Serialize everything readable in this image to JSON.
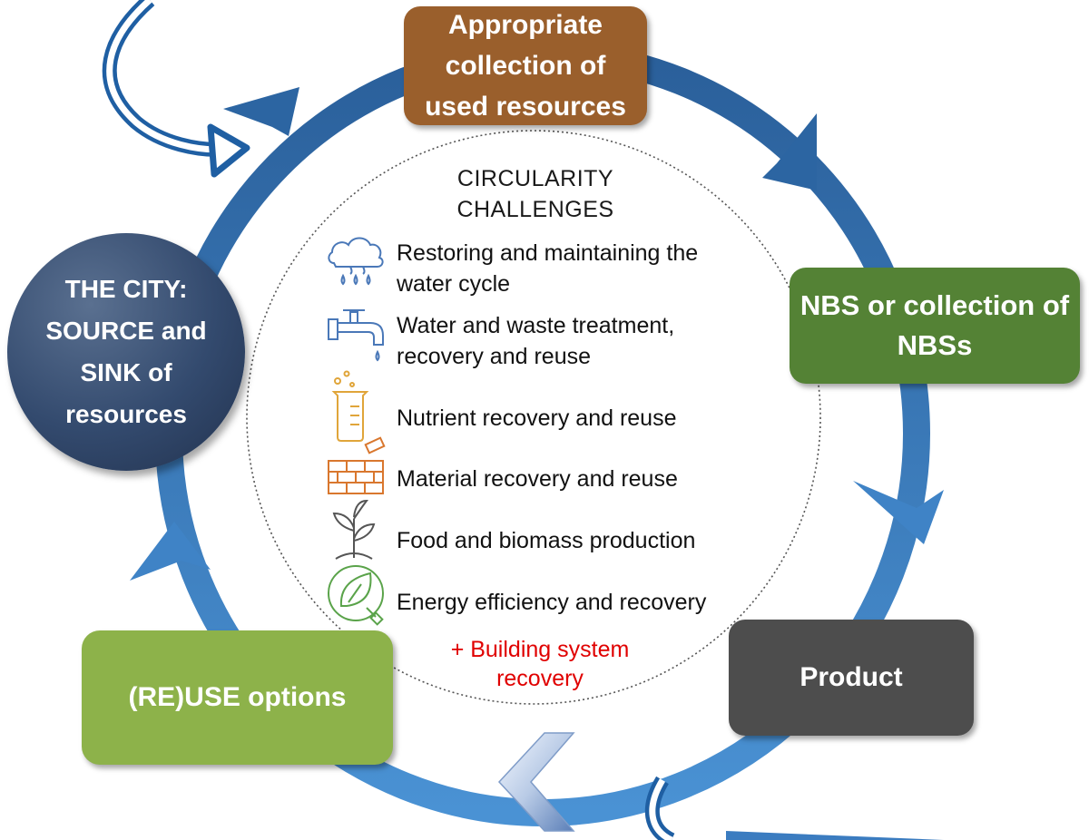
{
  "colors": {
    "ring_dark": "#2b6db0",
    "ring_light": "#4a90d0",
    "collection_box": "#9a5f2c",
    "nbs_box": "#548235",
    "product_box": "#4d4d4d",
    "reuse_box": "#8db24a",
    "city_circle": "#334a6e",
    "challenge_note": "#e00000"
  },
  "boxes": {
    "collection": "Appropriate collection of used resources",
    "nbs": "NBS or collection of NBSs",
    "product": "Product",
    "reuse": "(RE)USE options"
  },
  "city": {
    "label": "THE CITY: SOURCE and SINK of resources"
  },
  "circularity": {
    "title": "CIRCULARITY CHALLENGES",
    "items": [
      {
        "icon": "rain-cloud-icon",
        "label": "Restoring and maintaining the water cycle"
      },
      {
        "icon": "water-tap-icon",
        "label": "Water and waste treatment, recovery and reuse"
      },
      {
        "icon": "beaker-icon",
        "label": "Nutrient recovery and reuse"
      },
      {
        "icon": "brick-wall-icon",
        "label": "Material recovery and reuse"
      },
      {
        "icon": "seedling-icon",
        "label": "Food and biomass production"
      },
      {
        "icon": "leaf-plug-icon",
        "label": "Energy efficiency and recovery"
      }
    ],
    "note": "+ Building system recovery"
  }
}
